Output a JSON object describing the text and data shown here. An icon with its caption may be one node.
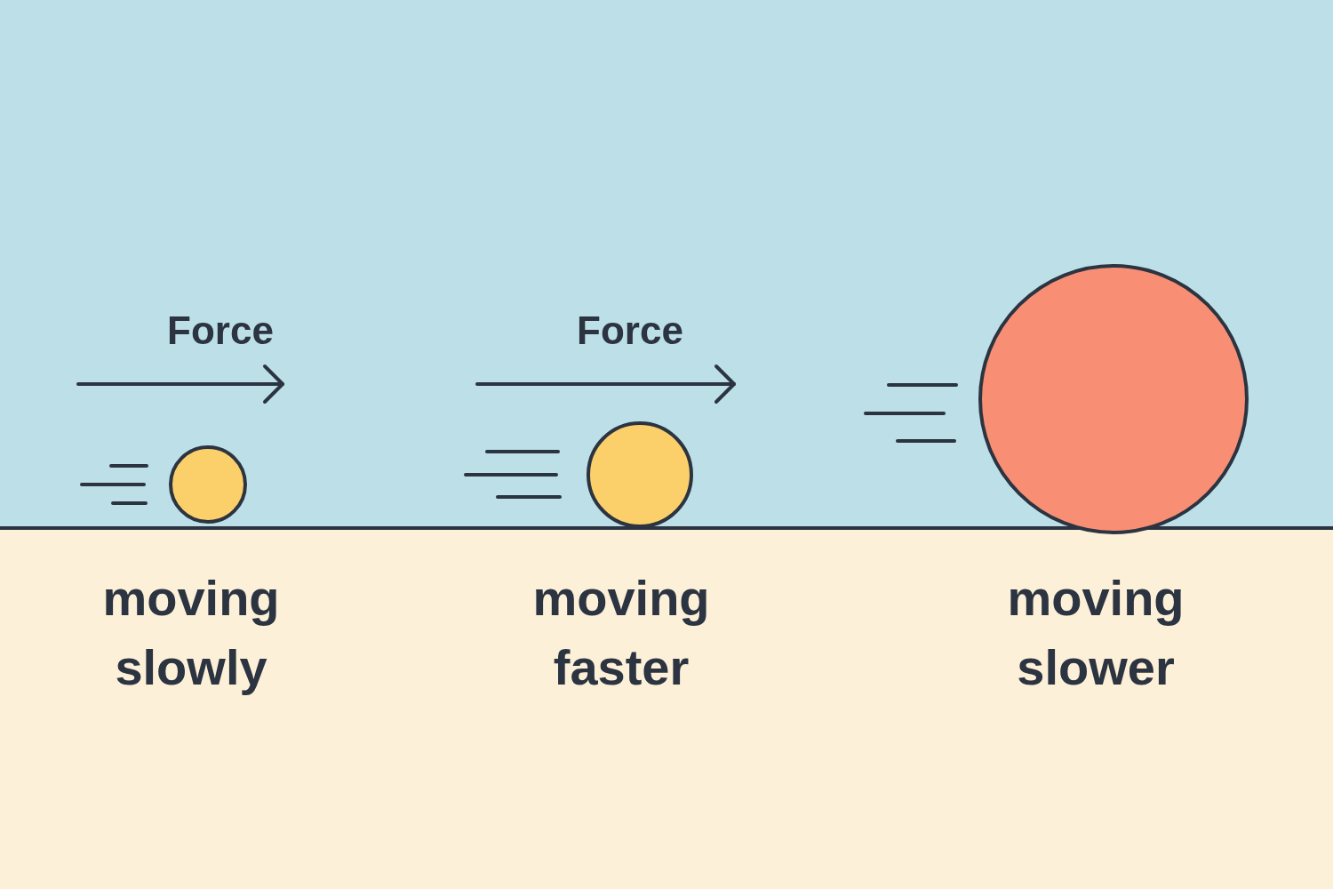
{
  "diagram": {
    "nodes": [
      {
        "text": [],
        "shape": "circle"
      },
      {
        "text": [],
        "shape": "circle"
      },
      {
        "text": [],
        "shape": "circle"
      }
    ],
    "labels": [
      "Force",
      "Force",
      "moving slowly",
      "moving faster",
      "moving slower"
    ]
  }
}
